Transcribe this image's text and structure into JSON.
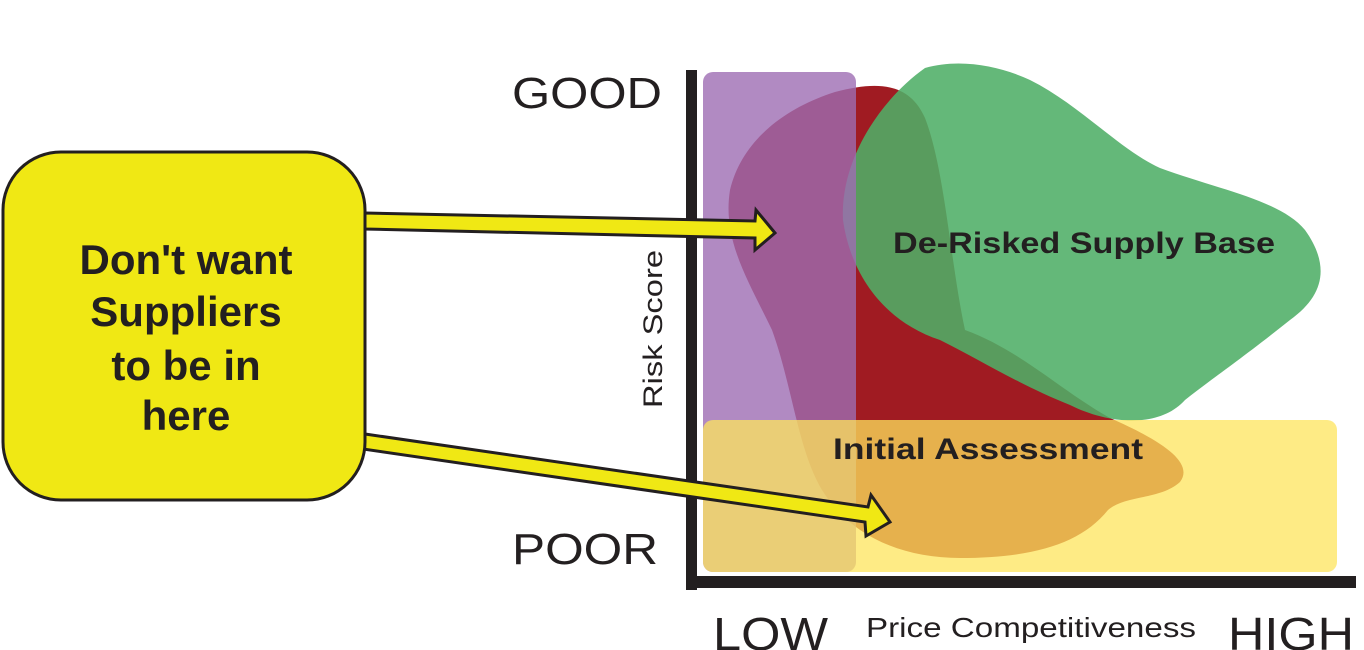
{
  "axes": {
    "y_top": "GOOD",
    "y_bottom": "POOR",
    "y_title": "Risk Score",
    "x_left": "LOW",
    "x_right": "HIGH",
    "x_title": "Price Competitiveness"
  },
  "regions": {
    "derisked": "De-Risked Supply Base",
    "initial": "Initial Assessment"
  },
  "callout": {
    "lines": [
      "Don't want",
      "Suppliers",
      "to be in",
      "here"
    ]
  },
  "colors": {
    "callout_fill": "#f0e814",
    "purple_zone": "#9d6db3",
    "yellow_zone": "#fde45c",
    "red_blob": "#a01b22",
    "green_blob": "#4fae67",
    "axis": "#231f20"
  }
}
